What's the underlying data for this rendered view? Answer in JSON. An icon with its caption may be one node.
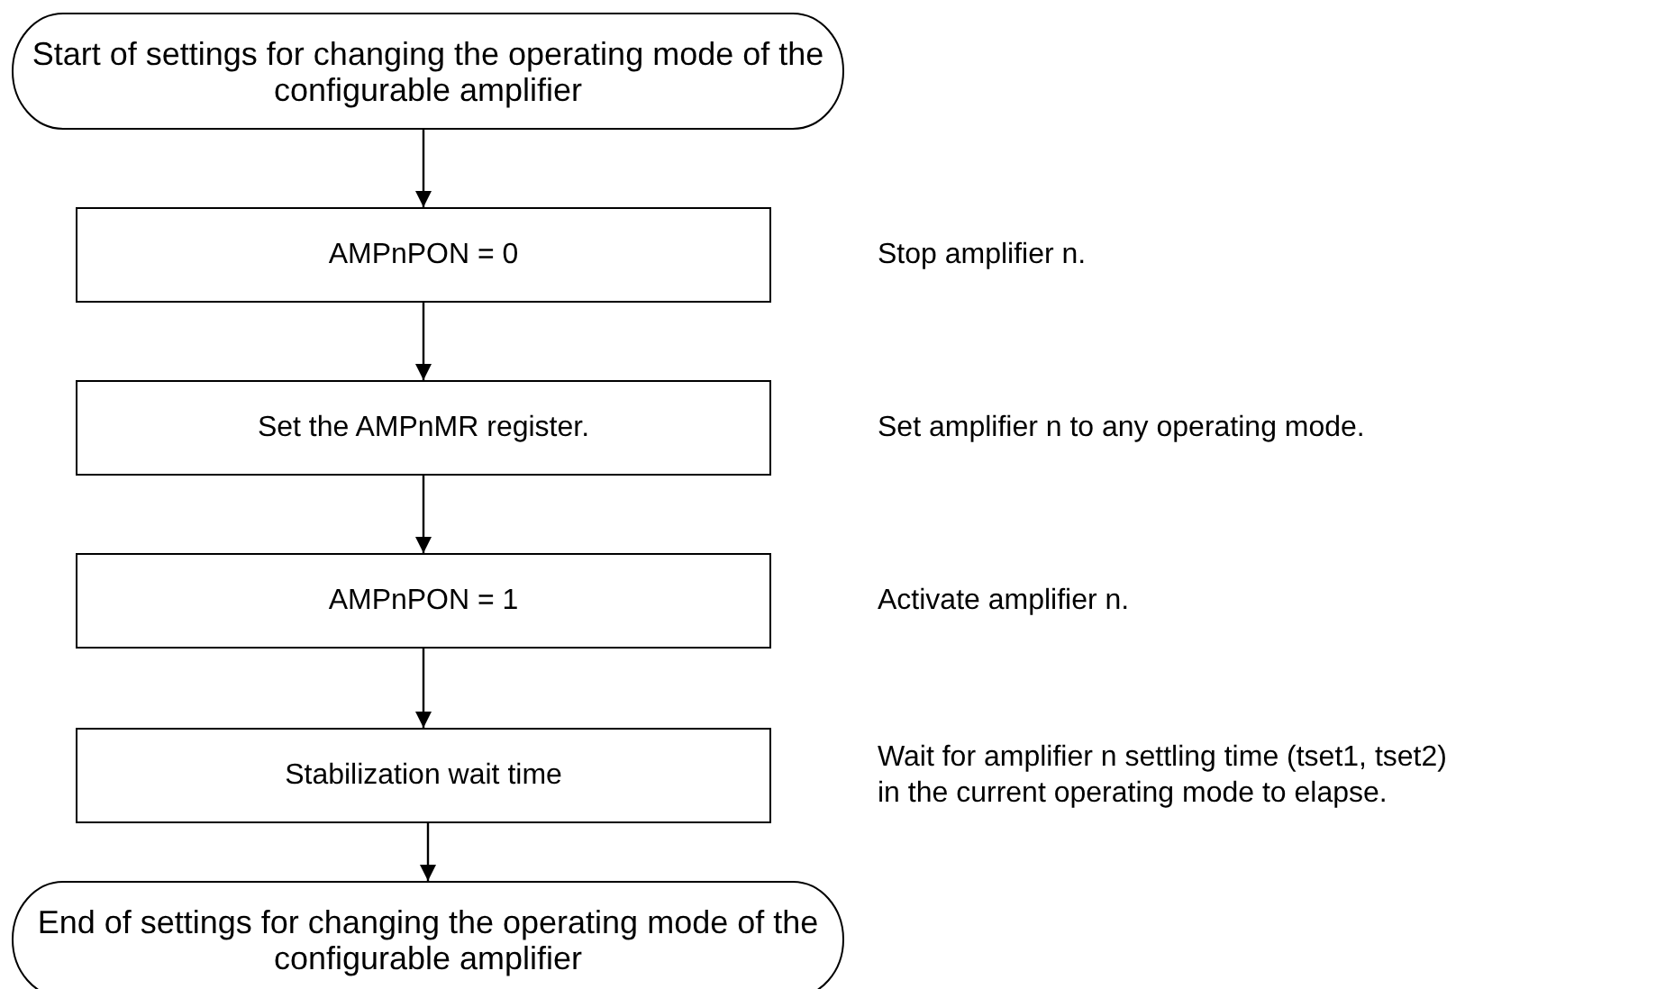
{
  "diagram": {
    "nodes": [
      {
        "text": [
          "Start of settings for changing the operating mode of the configurable amplifier"
        ]
      },
      {
        "text": [
          "AMPnPON = 0"
        ],
        "beside": [
          "Stop amplifier n."
        ]
      },
      {
        "text": [
          "Set the AMPnMR register."
        ],
        "beside": [
          "Set amplifier n to any operating mode."
        ]
      },
      {
        "text": [
          "AMPnPON = 1"
        ],
        "beside": [
          "Activate amplifier n."
        ]
      },
      {
        "text": [
          "Stabilization wait time"
        ],
        "beside": [
          "Wait for amplifier n settling time (tset1, tset2) in the current operating mode to elapse."
        ]
      },
      {
        "text": [
          "End of settings for changing the operating mode of the configurable amplifier"
        ]
      }
    ],
    "edges": [
      {
        "from": 0,
        "to": 1,
        "arrow": "to"
      },
      {
        "from": 1,
        "to": 2,
        "arrow": "to"
      },
      {
        "from": 2,
        "to": 3,
        "arrow": "to"
      },
      {
        "from": 3,
        "to": 4,
        "arrow": "to"
      },
      {
        "from": 4,
        "to": 5,
        "arrow": "to"
      }
    ]
  }
}
